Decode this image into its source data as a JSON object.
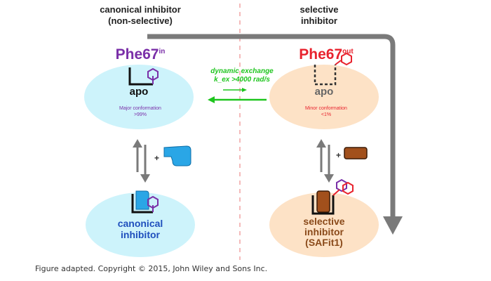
{
  "headers": {
    "left": "canonical inhibitor\n(non-selective)",
    "right": "selective\ninhibitor"
  },
  "left": {
    "phe_base": "Phe67",
    "phe_sup": "in",
    "apo": "apo",
    "conf": "Major conformation\n>99%",
    "final": "canonical\ninhibitor"
  },
  "right": {
    "phe_base": "Phe67",
    "phe_sup": "out",
    "apo": "apo",
    "conf": "Minor conformation\n<1%",
    "final": "selective\ninhibitor\n(SAFit1)"
  },
  "exchange": {
    "line1": "dynamic exchange",
    "line2": "k_ex >4000 rad/s"
  },
  "footer": "Figure adapted. Copyright © 2015, John Wiley and Sons Inc.",
  "colors": {
    "purple": "#7a2fa8",
    "red": "#e8232e",
    "green": "#1ec51e",
    "cyan_ellipse": "#cdf3fb",
    "peach_ellipse": "#fde2c6",
    "blue_inhibitor": "#2aa6e6",
    "brown_inhibitor": "#a2501c",
    "arrow_gray": "#7a7a7a",
    "divider": "#f0a4a4"
  }
}
